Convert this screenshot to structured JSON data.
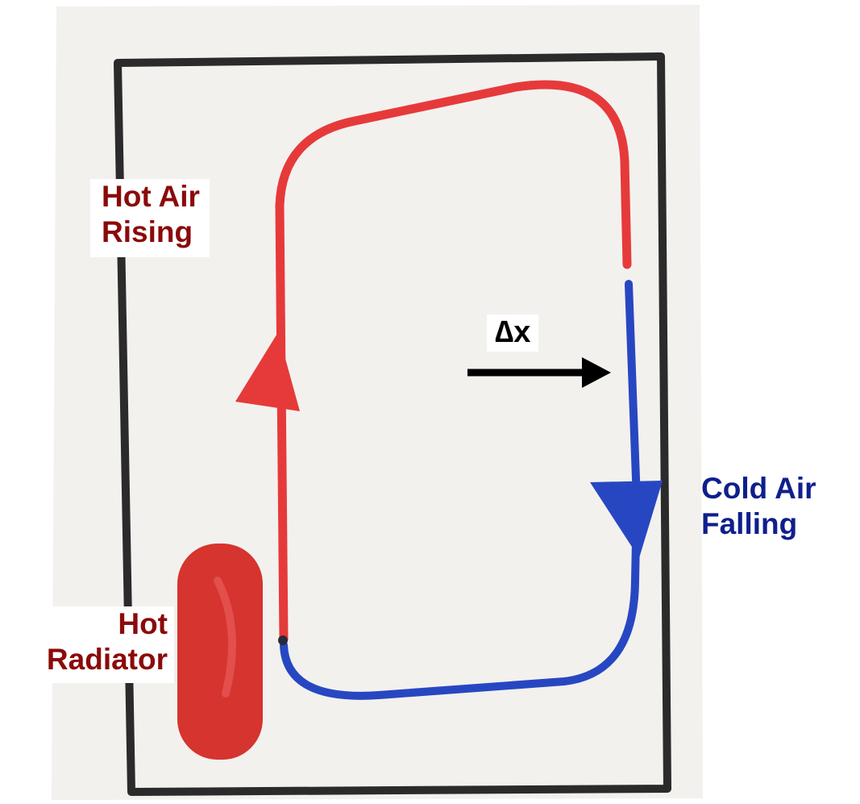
{
  "labels": {
    "hot_air": {
      "line1": "Hot Air",
      "line2": "Rising"
    },
    "delta_x": "∆x",
    "cold_air": {
      "line1": "Cold Air",
      "line2": "Falling"
    },
    "radiator": {
      "line1": "Hot",
      "line2": "Radiator"
    }
  },
  "colors": {
    "hot_label": "#8b0a0a",
    "cold_label": "#0f1f8c",
    "hot_line": "#e63a3a",
    "cold_line": "#2747c2",
    "radiator": "#d6342e",
    "frame": "#2b2b2b",
    "paper": "#f3f1ee"
  }
}
